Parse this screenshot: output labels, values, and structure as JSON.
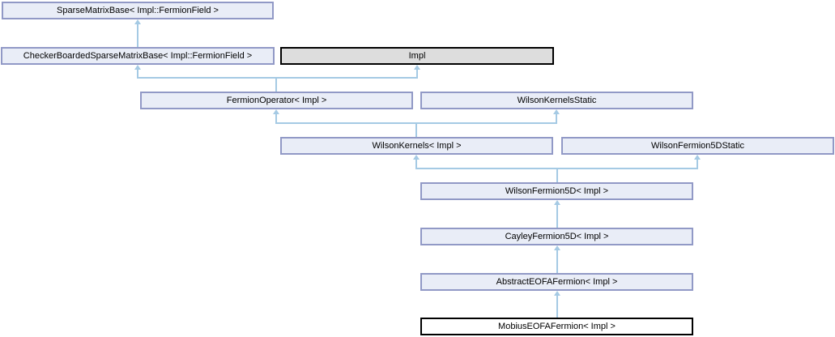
{
  "diagram_type": "class-inheritance-graph",
  "nodes": {
    "sparseMatrixBase": {
      "label": "SparseMatrixBase< Impl::FermionField >",
      "style": "linked"
    },
    "checkerBoardedSparseMatrixBase": {
      "label": "CheckerBoardedSparseMatrixBase< Impl::FermionField >",
      "style": "linked"
    },
    "impl": {
      "label": "Impl",
      "style": "external"
    },
    "fermionOperator": {
      "label": "FermionOperator< Impl >",
      "style": "linked"
    },
    "wilsonKernelsStatic": {
      "label": "WilsonKernelsStatic",
      "style": "linked"
    },
    "wilsonKernels": {
      "label": "WilsonKernels< Impl >",
      "style": "linked"
    },
    "wilsonFermion5DStatic": {
      "label": "WilsonFermion5DStatic",
      "style": "linked"
    },
    "wilsonFermion5D": {
      "label": "WilsonFermion5D< Impl >",
      "style": "linked"
    },
    "cayleyFermion5D": {
      "label": "CayleyFermion5D< Impl >",
      "style": "linked"
    },
    "abstractEOFAFermion": {
      "label": "AbstractEOFAFermion< Impl >",
      "style": "linked"
    },
    "mobiusEOFAFermion": {
      "label": "MobiusEOFAFermion< Impl >",
      "style": "current"
    }
  },
  "edges": [
    {
      "from": "checkerBoardedSparseMatrixBase",
      "to": "sparseMatrixBase"
    },
    {
      "from": "fermionOperator",
      "to": "checkerBoardedSparseMatrixBase"
    },
    {
      "from": "fermionOperator",
      "to": "impl"
    },
    {
      "from": "wilsonKernels",
      "to": "fermionOperator"
    },
    {
      "from": "wilsonKernels",
      "to": "wilsonKernelsStatic"
    },
    {
      "from": "wilsonFermion5D",
      "to": "wilsonKernels"
    },
    {
      "from": "wilsonFermion5D",
      "to": "wilsonFermion5DStatic"
    },
    {
      "from": "cayleyFermion5D",
      "to": "wilsonFermion5D"
    },
    {
      "from": "abstractEOFAFermion",
      "to": "cayleyFermion5D"
    },
    {
      "from": "mobiusEOFAFermion",
      "to": "abstractEOFAFermion"
    }
  ],
  "colors": {
    "node_fill": "#E9EDF7",
    "node_border": "#9199C6",
    "external_fill": "#DDDDDD",
    "external_border": "#000000",
    "current_fill": "#FFFFFF",
    "current_border": "#000000",
    "edge": "#A5CAE4",
    "text": "#000000",
    "background": "#FFFFFF"
  }
}
